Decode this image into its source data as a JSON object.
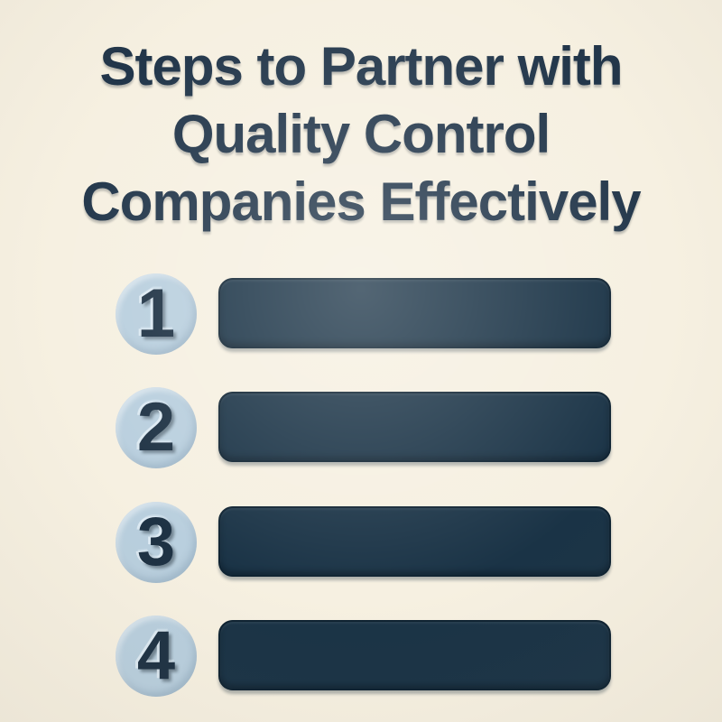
{
  "poster": {
    "title_lines": [
      "Steps to Partner with",
      "Quality Control",
      "Companies Effectively"
    ],
    "steps": [
      {
        "number": "1",
        "bar_text": ""
      },
      {
        "number": "2",
        "bar_text": ""
      },
      {
        "number": "3",
        "bar_text": ""
      },
      {
        "number": "4",
        "bar_text": ""
      }
    ],
    "colors": {
      "background": "#f6f0e1",
      "title_text": "#22364a",
      "step_bar": "#1a3346",
      "step_bar_border": "#0e2231",
      "badge_circle": "#b9cfde",
      "badge_number": "#1e3244"
    }
  }
}
